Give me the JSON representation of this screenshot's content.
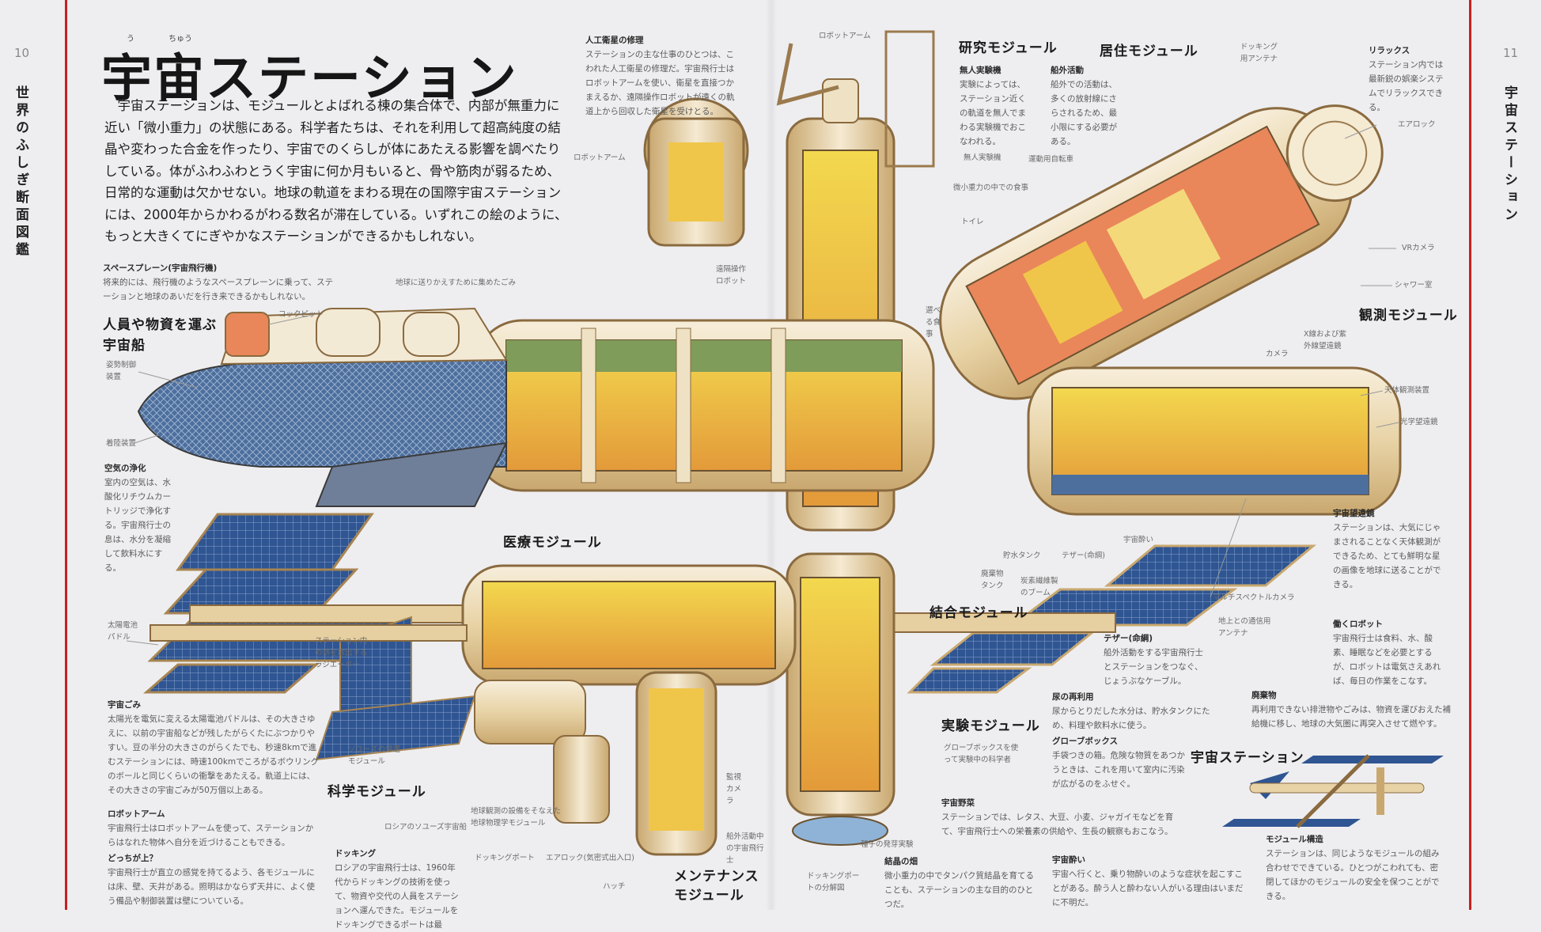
{
  "spread": {
    "left_page_number": "10",
    "right_page_number": "11",
    "series_title": "世界のふしぎ断面図鑑",
    "section_title": "宇宙ステーション",
    "accent_color": "#c8201f"
  },
  "title": {
    "text": "宇宙ステーション",
    "ruby_u": "う",
    "ruby_chu": "ちゅう"
  },
  "intro": {
    "lines": [
      "　宇宙ステーションは、モジュールとよばれる棟の集合体で、内部が無重力に",
      "近い「微小重力」の状態にある。科学者たちは、それを利用して超高純度の結",
      "晶や変わった合金を作ったり、宇宙でのくらしが体にあたえる影響を調べたり",
      "している。体がふわふわとうく宇宙に何か月もいると、骨や筋肉が弱るため、",
      "日常的な運動は欠かせない。地球の軌道をまわる現在の国際宇宙ステーション",
      "には、2000年からかわるがわる数名が滞在している。いずれこの絵のように、",
      "もっと大きくてにぎやかなステーションができるかもしれない。"
    ]
  },
  "module_headings": {
    "crew_ship_1": "人員や物資を運ぶ",
    "crew_ship_2": "宇宙船",
    "medical": "医療モジュール",
    "science": "科学モジュール",
    "maintenance_1": "メンテナンス",
    "maintenance_2": "モジュール",
    "research": "研究モジュール",
    "habitat": "居住モジュール",
    "observation": "観測モジュール",
    "node": "結合モジュール",
    "experiment": "実験モジュール",
    "station": "宇宙ステーション"
  },
  "blocks": {
    "spaceplane": {
      "heading": "スペースプレーン(宇宙飛行機)",
      "body": "将来的には、飛行機のようなスペースプレーンに乗って、ステーションと地球のあいだを行き来できるかもしれない。"
    },
    "air": {
      "heading": "空気の浄化",
      "body": "室内の空気は、水酸化リチウムカートリッジで浄化する。宇宙飛行士の息は、水分を凝縮して飲料水にする。"
    },
    "debris": {
      "heading": "宇宙ごみ",
      "body": "太陽光を電気に変える太陽電池パドルは、その大きさゆえに、以前の宇宙船などが残したがらくたにぶつかりやすい。豆の半分の大きさのがらくたでも、秒速8kmで進むステーションには、時速100kmでころがるボウリングのボールと同じくらいの衝撃をあたえる。軌道上には、その大きさの宇宙ごみが50万個以上ある。"
    },
    "robot_arm": {
      "heading": "ロボットアーム",
      "body": "宇宙飛行士はロボットアームを使って、ステーションからはなれた物体へ自分を近づけることもできる。"
    },
    "which_up": {
      "heading": "どっちが上？",
      "body": "宇宙飛行士が直立の感覚を持てるよう、各モジュールには床、壁、天井がある。照明はかならず天井に、よく使う備品や制御装置は壁についている。"
    },
    "docking": {
      "heading": "ドッキング",
      "body": "ロシアの宇宙飛行士は、1960年代からドッキングの技術を使って、物資や交代の人員をステーションへ運んできた。モジュールをドッキングできるポートは最"
    },
    "satellite_repair": {
      "heading": "人工衛星の修理",
      "body": "ステーションの主な仕事のひとつは、こわれた人工衛星の修理だ。宇宙飛行士はロボットアームを使い、衛星を直接つかまえるか、遠隔操作ロボットが遠くの軌道上から回収した衛星を受けとる。"
    },
    "unmanned": {
      "heading": "無人実験機",
      "body": "実験によっては、ステーション近くの軌道を無人でまわる実験機でおこなわれる。"
    },
    "eva": {
      "heading": "船外活動",
      "body": "船外での活動は、多くの放射線にさらされるため、最小限にする必要がある。"
    },
    "relax": {
      "heading": "リラックス",
      "body": "ステーション内では最新鋭の娯楽システムでリラックスできる。"
    },
    "telescope": {
      "heading": "宇宙望遠鏡",
      "body": "ステーションは、大気にじゃまされることなく天体観測ができるため、とても鮮明な星の画像を地球に送ることができる。"
    },
    "robot": {
      "heading": "働くロボット",
      "body": "宇宙飛行士は食料、水、酸素、睡眠などを必要とするが、ロボットは電気さえあれば、毎日の作業をこなす。"
    },
    "tether": {
      "heading": "テザー(命綱)",
      "body": "船外活動をする宇宙飛行士とステーションをつなぐ、じょうぶなケーブル。"
    },
    "urine": {
      "heading": "尿の再利用",
      "body": "尿からとりだした水分は、貯水タンクにため、料理や飲料水に使う。"
    },
    "glovebox": {
      "heading": "グローブボックス",
      "body": "手袋つきの箱。危険な物質をあつかうときは、これを用いて室内に汚染が広がるのをふせぐ。"
    },
    "waste": {
      "heading": "廃棄物",
      "body": "再利用できない排泄物やごみは、物資を運びおえた補給機に移し、地球の大気圏に再突入させて燃やす。"
    },
    "vegetables": {
      "heading": "宇宙野菜",
      "body": "ステーションでは、レタス、大豆、小麦、ジャガイモなどを育て、宇宙飛行士への栄養素の供給や、生長の観察もおこなう。"
    },
    "crystal": {
      "heading": "結晶の畑",
      "body": "微小重力の中でタンパク質結晶を育てることも、ステーションの主な目的のひとつだ。"
    },
    "sickness": {
      "heading": "宇宙酔い",
      "body": "宇宙へ行くと、乗り物酔いのような症状を起こすことがある。酔う人と酔わない人がいる理由はいまだに不明だ。"
    },
    "module_structure": {
      "heading": "モジュール構造",
      "body": "ステーションは、同じようなモジュールの組み合わせでできている。ひとつがこわれても、密閉してほかのモジュールの安全を保つことができる。"
    }
  },
  "callouts": {
    "cockpit": "コックピット",
    "attitude_control": "姿勢制御装置",
    "landing_gear": "着陸装置",
    "solar_paddle": "太陽電池パドル",
    "collected_trash": "地球に送りかえすために集めたごみ",
    "robot_arm_left": "ロボットアーム",
    "remote_robot": "遠隔操作ロボット",
    "radiator": "ステーション内の熱を放出するラジエーター",
    "soyuz_return": "ソユーズの帰還モジュール",
    "soyuz": "ロシアのソユーズ宇宙船",
    "geophysics": "地球観測の設備をそなえた地球物理学モジュール",
    "docking_port": "ドッキングポート",
    "airlock_door": "エアロック(気密式出入口)",
    "hatch": "ハッチ",
    "camera": "監視カメラ",
    "eva_astronaut": "船外活動中の宇宙飛行士",
    "robot_arm_top": "ロボットアーム",
    "unmanned_craft": "無人実験機",
    "exercise_bike": "運動用自転車",
    "meal": "微小重力の中での食事",
    "toilet": "トイレ",
    "food_choice": "選べる食事",
    "docking_antenna": "ドッキング用アンテナ",
    "airlock": "エアロック",
    "vr_camera": "VRカメラ",
    "shower": "シャワー室",
    "xray_telescope": "X線および紫外線望遠鏡",
    "camera_right": "カメラ",
    "astro_device": "天体観測装置",
    "optical_telescope": "光学望遠鏡",
    "multispectral": "マルチスペクトルカメラ",
    "comm_antenna": "地上との通信用アンテナ",
    "water_tank": "貯水タンク",
    "tether": "テザー(命綱)",
    "sickness": "宇宙酔い",
    "waste_tank": "廃棄物タンク",
    "carbon_boom": "炭素繊維製のブーム",
    "glovebox_scientist": "グローブボックスを使って実験中の科学者",
    "seed": "種子の発芽実験",
    "docking_exploded": "ドッキングポートの分解図"
  }
}
